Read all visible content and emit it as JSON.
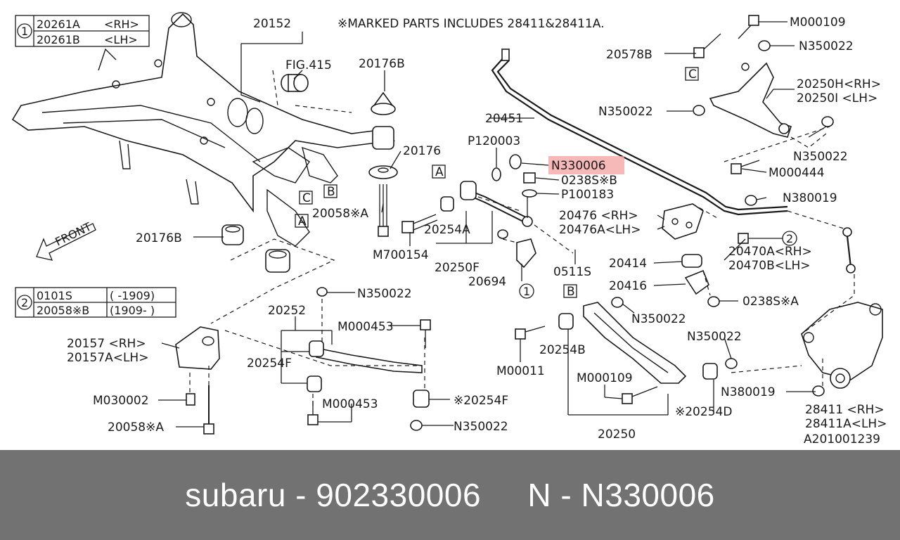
{
  "header_note": "※MARKED PARTS INCLUDES 28411&28411A.",
  "legend1": {
    "badge": "1",
    "rows": [
      {
        "code": "20261A",
        "side": "<RH>"
      },
      {
        "code": "20261B",
        "side": "<LH>"
      }
    ]
  },
  "legend2": {
    "badge": "2",
    "rows": [
      {
        "code": "0101S",
        "range": "( -1909)"
      },
      {
        "code": "20058※B",
        "range": "(1909- )"
      }
    ]
  },
  "front_label": "FRONT",
  "callouts": {
    "c20152": "20152",
    "fig415": "FIG.415",
    "c20176B_top": "20176B",
    "c20176": "20176",
    "c20058A_mid": "20058※A",
    "c20176B_left": "20176B",
    "c20451": "20451",
    "c20578B": "20578B",
    "cM000109_top": "M000109",
    "cN350022_a": "N350022",
    "c20250H": "20250H<RH>",
    "c20250I": "20250I <LH>",
    "cN350022_b": "N350022",
    "cN350022_c": "N350022",
    "cM000444": "M000444",
    "cP120003": "P120003",
    "cN330006": "N330006",
    "c0238SB": "0238S※B",
    "cP100183": "P100183",
    "cN380019_top": "N380019",
    "c20476_rh": "20476 <RH>",
    "c20476A_lh": "20476A<LH>",
    "c20470A": "20470A<RH>",
    "c20470B": "20470B<LH>",
    "c20254A": "20254A",
    "cM700154": "M700154",
    "c20250F": "20250F",
    "c0511S": "0511S",
    "c20694": "20694",
    "c20414": "20414",
    "c20416": "20416",
    "cN350022_d": "N350022",
    "c0238SA": "0238S※A",
    "cN350022_e": "N350022",
    "c20252": "20252",
    "cM000453_a": "M000453",
    "c20157_rh": "20157 <RH>",
    "c20157A_lh": "20157A<LH>",
    "c20254F": "20254F",
    "cM030002": "M030002",
    "cM000453_b": "M000453",
    "c20254F_star": "※20254F",
    "c20058A_bot": "20058※A",
    "cN350022_f": "N350022",
    "cM00011": "M00011",
    "c20254B": "20254B",
    "cN350022_g": "N350022",
    "cM000109_bot": "M000109",
    "c20254D_star": "※20254D",
    "c20250": "20250",
    "cN380019_bot": "N380019",
    "c28411_rh": "28411 <RH>",
    "c28411A_lh": "28411A<LH>",
    "catalog_ref": "A201001239"
  },
  "ref_letters": {
    "a1": "A",
    "a2": "A",
    "b1": "B",
    "b2": "B",
    "c1": "C",
    "c2": "C"
  },
  "circle_refs": {
    "one_bottom": "1",
    "two_right": "2"
  },
  "highlight": {
    "part": "N330006",
    "color": "#f4a0a0"
  },
  "footer": {
    "text": "subaru - 902330006     N - N330006",
    "background": "#727272",
    "text_color": "#ffffff"
  }
}
